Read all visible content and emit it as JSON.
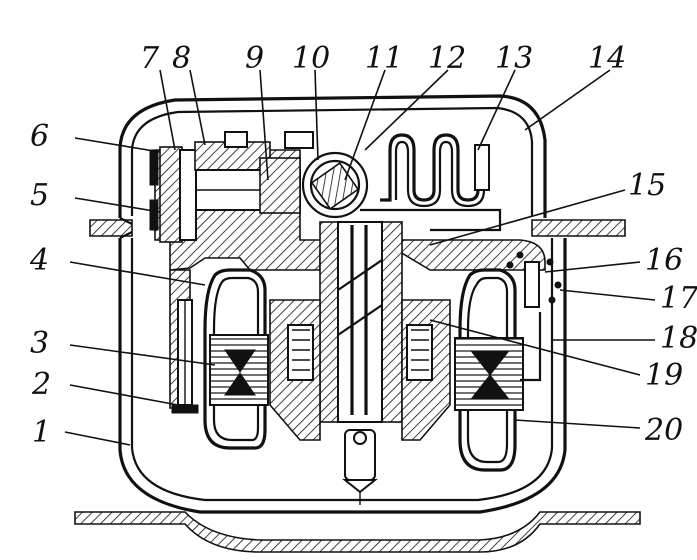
{
  "callouts": [
    {
      "id": "1",
      "text": "1"
    },
    {
      "id": "2",
      "text": "2"
    },
    {
      "id": "3",
      "text": "3"
    },
    {
      "id": "4",
      "text": "4"
    },
    {
      "id": "5",
      "text": "5"
    },
    {
      "id": "6",
      "text": "6"
    },
    {
      "id": "7",
      "text": "7"
    },
    {
      "id": "8",
      "text": "8"
    },
    {
      "id": "9",
      "text": "9"
    },
    {
      "id": "10",
      "text": "10"
    },
    {
      "id": "11",
      "text": "11"
    },
    {
      "id": "12",
      "text": "12"
    },
    {
      "id": "13",
      "text": "13"
    },
    {
      "id": "14",
      "text": "14"
    },
    {
      "id": "15",
      "text": "15"
    },
    {
      "id": "16",
      "text": "16"
    },
    {
      "id": "17",
      "text": "17"
    },
    {
      "id": "18",
      "text": "18"
    },
    {
      "id": "19",
      "text": "19"
    },
    {
      "id": "20",
      "text": "20"
    }
  ],
  "colors": {
    "ink": "#111111",
    "paper": "#ffffff"
  }
}
